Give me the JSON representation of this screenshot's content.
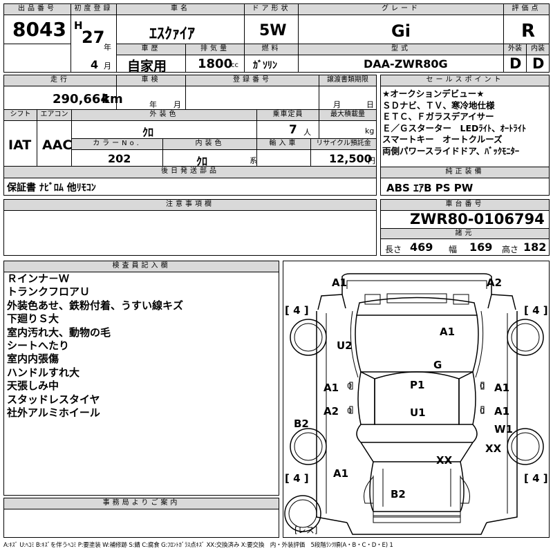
{
  "header": {
    "lot_label": "出品番号",
    "lot": "8043",
    "first_reg_label": "初度登録",
    "era": "H",
    "year": "27",
    "year_unit": "年",
    "month": "4",
    "month_unit": "月",
    "car_name_label": "車名",
    "car_name": "ｴｽｸｧｲｱ",
    "door_label": "ドア形状",
    "door": "5W",
    "grade_label": "グレード",
    "grade": "Gi",
    "score_label": "評価点",
    "score": "R",
    "history_label": "車歴",
    "history": "自家用",
    "displacement_label": "排気量",
    "displacement": "1800",
    "displacement_unit": "cc",
    "fuel_label": "燃料",
    "fuel": "ｶﾞｿﾘﾝ",
    "model_label": "型式",
    "model": "DAA-ZWR80G",
    "ext_label": "外装",
    "ext_score": "D",
    "int_label": "内装",
    "int_score": "D"
  },
  "row2": {
    "mileage_label": "走行",
    "mileage": "290,664",
    "mileage_unit": "km",
    "inspection_label": "車検",
    "insp_year_unit": "年",
    "insp_month_unit": "月",
    "plate_label": "登録番号",
    "transfer_label": "譲渡書類期限",
    "transfer_month_unit": "月",
    "transfer_day_unit": "日",
    "shift_label": "シフト",
    "shift": "IAT",
    "ac_label": "エアコン",
    "ac": "AAC",
    "ext_color_label": "外装色",
    "ext_color": "ｸﾛ",
    "capacity_label": "乗車定員",
    "capacity": "7",
    "capacity_unit": "人",
    "load_label": "最大積載量",
    "load_unit": "kg",
    "color_no_label": "カラーNo.",
    "color_no": "202",
    "int_color_label": "内装色",
    "int_color": "ｸﾛ",
    "int_color_unit": "系",
    "import_label": "輸入車",
    "recycle_label": "リサイクル預託金",
    "recycle": "12,500",
    "recycle_unit": "円",
    "later_parts_label": "後日発送部品",
    "later_parts": "保証書 ﾅﾋﾞﾛﾑ 他ﾘﾓｺﾝ"
  },
  "sales_points": {
    "label": "セールスポイント",
    "lines": [
      "★オークションデビュー★",
      "ＳＤナビ、ＴＶ、寒冷地仕様",
      "ＥＴＣ、Ｆガラスデアイサー",
      "Ｅ／Ｇスターター　LEDﾗｲﾄ、ｵｰﾄﾗｲﾄ",
      "スマートキー　オートクルーズ",
      "両側パワースライドドア、ﾊﾞｯｸﾓﾆﾀｰ"
    ]
  },
  "equipment": {
    "label": "純正装備",
    "value": "ABS ｴｱB PS PW"
  },
  "notes": {
    "label": "注意事項欄"
  },
  "chassis": {
    "label": "車台番号",
    "value": "ZWR80-0106794"
  },
  "specs": {
    "label": "諸元",
    "length_label": "長さ",
    "length": "469",
    "width_label": "幅",
    "width": "169",
    "height_label": "高さ",
    "height": "182"
  },
  "inspector": {
    "label": "検査員記入欄",
    "lines": [
      "Ｒインナ－Ｗ",
      "トランクフロアＵ",
      "外装色あせ、鉄粉付着、うすい線キズ",
      "下廻りＳ大",
      "室内汚れ大、動物の毛",
      "シートへたり",
      "室内内張傷",
      "ハンドルすれ大",
      "天張しみ中",
      "スタッドレスタイヤ",
      "社外アルミホイール"
    ]
  },
  "office": {
    "label": "事務局よりご案内"
  },
  "diagram": {
    "marks": {
      "a1_rear_left": "A1",
      "a2_rear_right": "A2",
      "a1_roof": "A1",
      "u2": "U2",
      "g": "G",
      "a1_left_mid": "A1",
      "p1": "P1",
      "a1_right_mid": "A1",
      "a2_left": "A2",
      "u1": "U1",
      "a1_right_low": "A1",
      "w1": "W1",
      "b2_left": "B2",
      "xx_right": "XX",
      "xx_hood": "XX",
      "a1_front_left": "A1",
      "b2_front": "B2",
      "zero": "0"
    },
    "tire_tread": [
      "4",
      "4",
      "4",
      "4"
    ],
    "spare": "レス"
  },
  "legend": "A:ｷｽﾞ U:ﾍｺﾐ B:ｷｽﾞを伴うﾍｺﾐ P:要塗装 W:補修跡 S:錆 C:腐食 G:ﾌﾛﾝﾄｶﾞﾗｽ点ｷｽﾞ XX:交換済み X:要交換　内・外装評価　5段階ﾗﾝｸ順(A・B・C・D・E) 1"
}
